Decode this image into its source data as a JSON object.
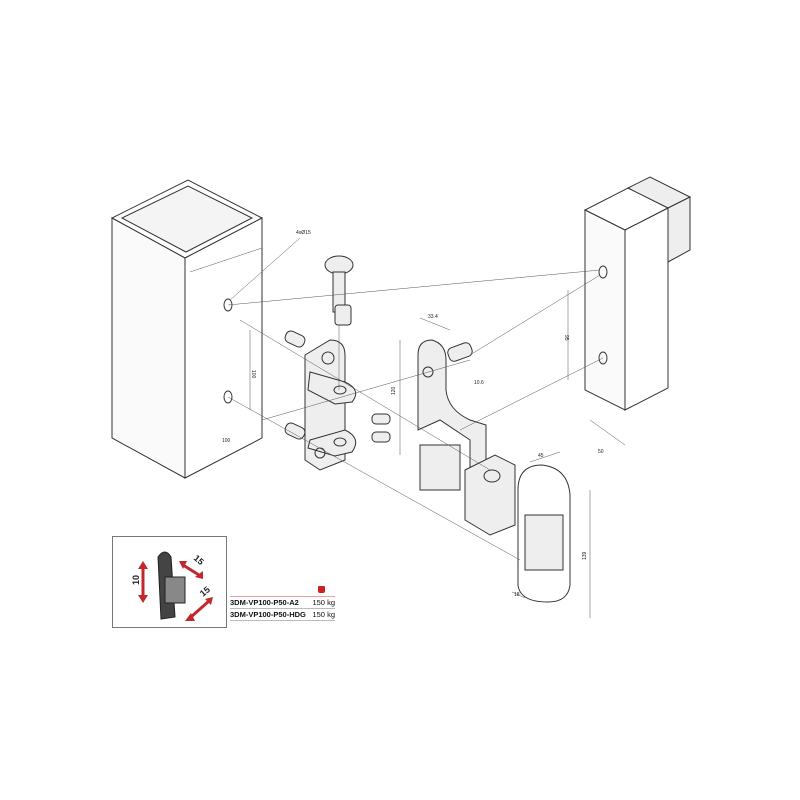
{
  "dimensions": {
    "holes": "4xØ15",
    "left_post_width": "100",
    "left_post_spacing": "100",
    "bracket_height": "120",
    "bracket_width": "33.4",
    "bracket_offset": "10.6",
    "right_post_spacing": "95",
    "right_post_width": "50",
    "cover_width": "45",
    "cover_height": "139",
    "cover_depth": "18"
  },
  "inset": {
    "adjust_vertical": "10",
    "adjust_top": "15",
    "adjust_bottom": "15"
  },
  "table": {
    "weight_icon": "weight-icon",
    "rows": [
      {
        "code": "3DM-VP100-P50-A2",
        "load": "150 kg"
      },
      {
        "code": "3DM-VP100-P50-HDG",
        "load": "150 kg"
      }
    ]
  },
  "colors": {
    "accent": "#c0282d"
  }
}
